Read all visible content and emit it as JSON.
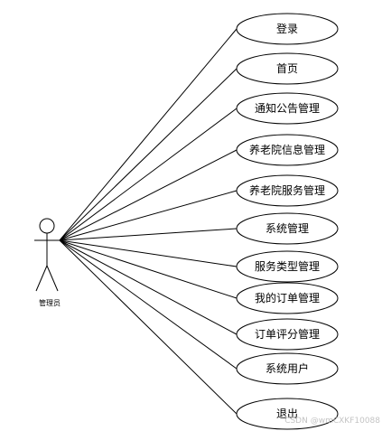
{
  "actor": {
    "label": "管理员"
  },
  "use_cases": [
    {
      "label": "登录"
    },
    {
      "label": "首页"
    },
    {
      "label": "通知公告管理"
    },
    {
      "label": "养老院信息管理"
    },
    {
      "label": "养老院服务管理"
    },
    {
      "label": "系统管理"
    },
    {
      "label": "服务类型管理"
    },
    {
      "label": "我的订单管理"
    },
    {
      "label": "订单评分管理"
    },
    {
      "label": "系统用户"
    },
    {
      "label": "退出"
    }
  ],
  "watermark": "CSDN @wmCXKF10088",
  "colors": {
    "stroke": "#000000",
    "background": "#ffffff",
    "watermark": "#c4c4c4"
  }
}
